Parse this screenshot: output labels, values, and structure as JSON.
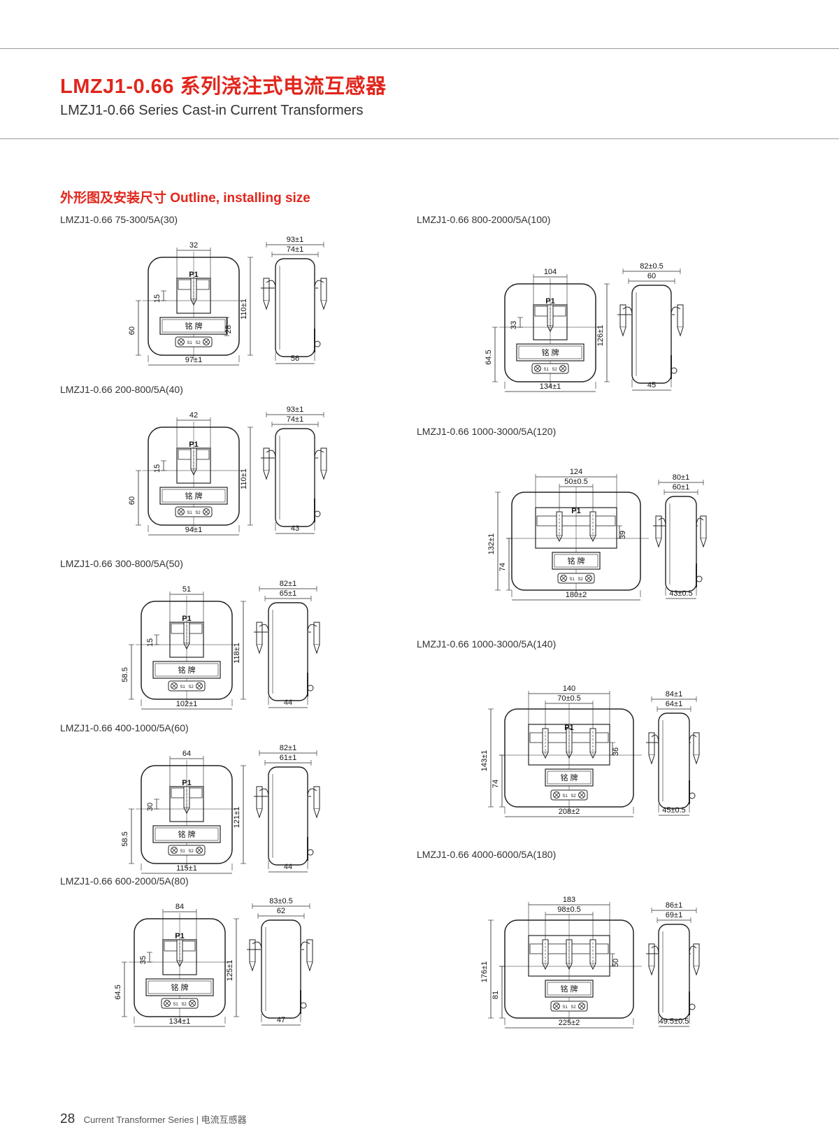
{
  "header": {
    "title_cn": "LMZJ1-0.66 系列浇注式电流互感器",
    "title_en": "LMZJ1-0.66 Series Cast-in Current Transformers"
  },
  "section_title": "外形图及安装尺寸 Outline, installing size",
  "drawings": [
    {
      "model": "LMZJ1-0.66 75-300/5A(30)",
      "width": "97±1",
      "window": "32",
      "height": "110±1",
      "h_low": "60",
      "gap": "15",
      "plate_h": "28",
      "side_outer": "93±1",
      "side_inner": "74±1",
      "depth": "56",
      "lead": "P1",
      "plate": "铭 牌",
      "s1": "S1",
      "s2": "S2"
    },
    {
      "model": "LMZJ1-0.66 200-800/5A(40)",
      "width": "94±1",
      "window": "42",
      "height": "110±1",
      "h_low": "60",
      "gap": "15",
      "plate_h": "",
      "side_outer": "93±1",
      "side_inner": "74±1",
      "depth": "43",
      "lead": "P1",
      "plate": "铭 牌",
      "s1": "S1",
      "s2": "S2"
    },
    {
      "model": "LMZJ1-0.66 300-800/5A(50)",
      "width": "102±1",
      "window": "51",
      "height": "118±1",
      "h_low": "58.5",
      "gap": "15",
      "plate_h": "",
      "side_outer": "82±1",
      "side_inner": "65±1",
      "depth": "44",
      "lead": "P1",
      "plate": "铭 牌",
      "s1": "S1",
      "s2": "S2"
    },
    {
      "model": "LMZJ1-0.66 400-1000/5A(60)",
      "width": "115±1",
      "window": "64",
      "height": "121±1",
      "h_low": "58.5",
      "gap": "30",
      "plate_h": "",
      "side_outer": "82±1",
      "side_inner": "61±1",
      "depth": "44",
      "lead": "P1",
      "plate": "铭 牌",
      "s1": "S1",
      "s2": "S2"
    },
    {
      "model": "LMZJ1-0.66 600-2000/5A(80)",
      "width": "134±1",
      "window": "84",
      "height": "125±1",
      "h_low": "64.5",
      "gap": "35",
      "plate_h": "",
      "side_outer": "83±0.5",
      "side_inner": "62",
      "depth": "47",
      "lead": "P1",
      "plate": "铭 牌",
      "s1": "S1",
      "s2": "S2"
    },
    {
      "model": "LMZJ1-0.66 800-2000/5A(100)",
      "width": "134±1",
      "window": "104",
      "height": "126±1",
      "h_low": "64.5",
      "gap": "33",
      "plate_h": "",
      "side_outer": "82±0.5",
      "side_inner": "60",
      "depth": "45",
      "lead": "P1",
      "plate": "铭 牌",
      "s1": "S1",
      "s2": "S2"
    },
    {
      "model": "LMZJ1-0.66 1000-3000/5A(120)",
      "width": "180±2",
      "window": "124",
      "window2": "50±0.5",
      "height": "132±1",
      "h_low": "74",
      "gap": "39",
      "side_outer": "80±1",
      "side_inner": "60±1",
      "depth": "43±0.5",
      "lead": "P1",
      "plate": "铭 牌",
      "s1": "S1",
      "s2": "S2"
    },
    {
      "model": "LMZJ1-0.66 1000-3000/5A(140)",
      "width": "208±2",
      "window": "140",
      "window2": "70±0.5",
      "height": "143±1",
      "h_low": "74",
      "gap": "36",
      "side_outer": "84±1",
      "side_inner": "64±1",
      "depth": "45±0.5",
      "lead": "P1",
      "plate": "铭 牌",
      "s1": "S1",
      "s2": "S2"
    },
    {
      "model": "LMZJ1-0.66 4000-6000/5A(180)",
      "width": "225±2",
      "window": "183",
      "window2": "98±0.5",
      "height": "176±1",
      "h_low": "81",
      "gap": "50",
      "side_outer": "86±1",
      "side_inner": "69±1",
      "depth": "49.5±0.5",
      "lead": "",
      "plate": "铭 牌",
      "s1": "S1",
      "s2": "S2"
    }
  ],
  "footer": {
    "page_number": "28",
    "text": "Current Transformer Series | 电流互感器"
  }
}
